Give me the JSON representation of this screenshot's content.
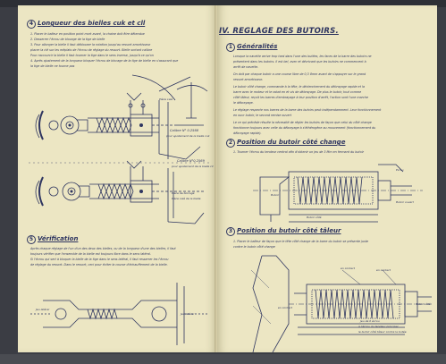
{
  "left_page": {
    "section4": {
      "number": "4",
      "title": "Longueur des bielles cuk et cll",
      "lines": [
        "1. Placer le balleur en position point mort avant, la chaine doit être détendue",
        "2. Desserrer l'écrou de blocage de la tige de bielle",
        "3. Pour allonger la bielle il faut déblocaer la rotation jusqu'au ressort amortisseur",
        "   placer la clé sur les méplats de l'écrou de réglage du ressort. Bielle sortant calibre",
        "   Pour raccourcir la bielle il faut tourner la tige dans le sens inverse, jusqu'à ce qu'on",
        "4. Après ajustement de la longueur bloquer l'écrou de blocage de la tige de bielle en s'assurant que",
        "   la tige de bielle ne tourne pas"
      ]
    },
    "figure_labels": {
      "upper_note": "Pièce calé",
      "calibre1": "Calibre N° 0.2568",
      "calibre1_sub": "pour ajustement de la bielle cuk",
      "calibre2": "Calibre N°0.2569",
      "calibre2_sub": "pour ajustement de la bielle cll",
      "side1": "Pièce de blocage",
      "side2": "Pièce calé de la bielle"
    },
    "section5": {
      "number": "5",
      "title": "Vérification",
      "lines": [
        "Après chaque réglage de l'un d'un des deux des bielles, ou de la longueur d'une des bielles, il faut",
        "toujours vérifier que l'ensemble de la bielle est toujours libre dans le sens latéral.",
        "Si l'écrou qui sert à bloquer la bielle de la tige dans le sens latéral, il faut resserrer les l'écrou",
        "de réglage du ressort. Dans le ressort, ceci pour éviter la course d'échauffement de la bielle."
      ]
    },
    "bottom_labels": {
      "left": "Jeu latéral",
      "right": "Jeu latéral"
    }
  },
  "right_page": {
    "heading": "IV. REGLAGE DES BUTOIRS.",
    "section1": {
      "number": "1",
      "title": "Généralités",
      "lines": [
        "Lorsque la navette arrive trop tard dans l'une des butées, les faces de la barre des butoirs ne",
        "présentent dans les butoirs. Il est bel, avec et décrivant que les butoirs ne commencent à",
        "arrêt de navette.",
        "On doit par chaque butoir a une course libre de 0,3 8mm avant de s'appuyer sur le grand",
        "ressort amortisseur.",
        "Le butoir côté change, commande à la tête, le déclenchement du débrayage rapide et la",
        "barre avec le moteur et le rabat en et vis de débrayage. De plus le butoir, tout comme",
        "côté tâleur, reçoit les barres d'embrayage à leur position d'arrêt, l'action sont l'une marche",
        "le débrayage.",
        "Le réglage respecte nos barres de la barre des butoirs peut indépendamment. Leur fonctionnement",
        "en ouvr butoir, le second remise ouvert",
        "Le ce qui précède résulte la nécessité de régler les butoirs de façon que celui du côté change",
        "fonctionne toujours avec celle du débrayage à s'éthérogène au mouvement (fonctionnement du",
        "débrayage rapide)."
      ]
    },
    "section2": {
      "number": "2",
      "title": "Position du butoir côté change",
      "lines": [
        "1. Tourner l'écrou du tendeur central afin d'obtenir un jeu de 3 Mm en fermant du butoir"
      ],
      "labels": {
        "a": "Ecrou",
        "b": "Butoir ouvert",
        "c": "Butoir",
        "d": "Butoir côté"
      }
    },
    "section3": {
      "number": "3",
      "title": "Position du butoir côté tâleur",
      "lines": [
        "1. Placer le balleur de façon que le tête côté change de la barre du butoir se présente juste",
        "   contre le butoir côté change"
      ],
      "labels": {
        "a": "en contact",
        "b": "en contact",
        "c": "en contact",
        "d": "Butoir côté",
        "e": "Jeu de 0 écrou",
        "f": "à l'écrou du tendeur principal",
        "g": "le butoir côté tâleur contre la butée"
      }
    }
  }
}
